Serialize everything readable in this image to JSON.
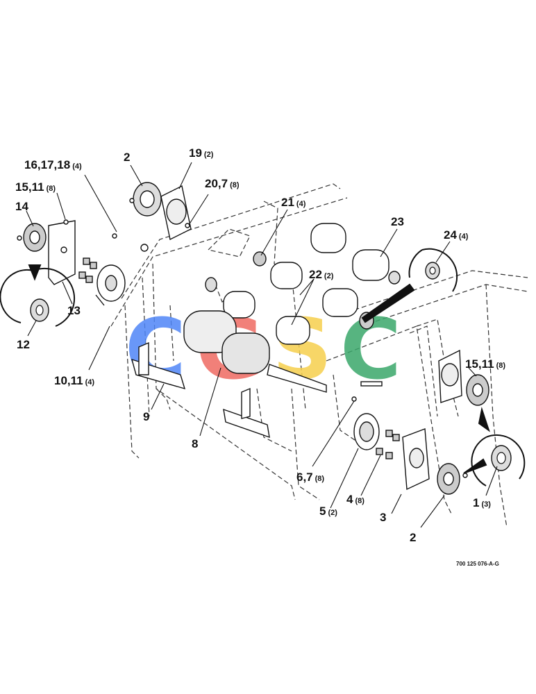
{
  "drawing_ref": "700 125 076-A-G",
  "watermark": {
    "letters": [
      "C",
      "G",
      "S",
      "C"
    ],
    "colors": [
      "#4f86f7",
      "#ef6b62",
      "#f6d04d",
      "#3aa86b"
    ]
  },
  "callouts": [
    {
      "id": "c16",
      "label": "16,17,18",
      "qty": "(4)"
    },
    {
      "id": "c2a",
      "label": "2",
      "qty": ""
    },
    {
      "id": "c19",
      "label": "19",
      "qty": "(2)"
    },
    {
      "id": "c20",
      "label": "20,7",
      "qty": "(8)"
    },
    {
      "id": "c15a",
      "label": "15,11",
      "qty": "(8)"
    },
    {
      "id": "c14",
      "label": "14",
      "qty": ""
    },
    {
      "id": "c21",
      "label": "21",
      "qty": "(4)"
    },
    {
      "id": "c23",
      "label": "23",
      "qty": ""
    },
    {
      "id": "c24",
      "label": "24",
      "qty": "(4)"
    },
    {
      "id": "c22",
      "label": "22",
      "qty": "(2)"
    },
    {
      "id": "c13",
      "label": "13",
      "qty": ""
    },
    {
      "id": "c12",
      "label": "12",
      "qty": ""
    },
    {
      "id": "c10",
      "label": "10,11",
      "qty": "(4)"
    },
    {
      "id": "c15b",
      "label": "15,11",
      "qty": "(8)"
    },
    {
      "id": "c9",
      "label": "9",
      "qty": ""
    },
    {
      "id": "c8",
      "label": "8",
      "qty": ""
    },
    {
      "id": "c67",
      "label": "6,7",
      "qty": "(8)"
    },
    {
      "id": "c4",
      "label": "4",
      "qty": "(8)"
    },
    {
      "id": "c5",
      "label": "5",
      "qty": "(2)"
    },
    {
      "id": "c1",
      "label": "1",
      "qty": "(3)"
    },
    {
      "id": "c3",
      "label": "3",
      "qty": ""
    },
    {
      "id": "c2b",
      "label": "2",
      "qty": ""
    }
  ]
}
